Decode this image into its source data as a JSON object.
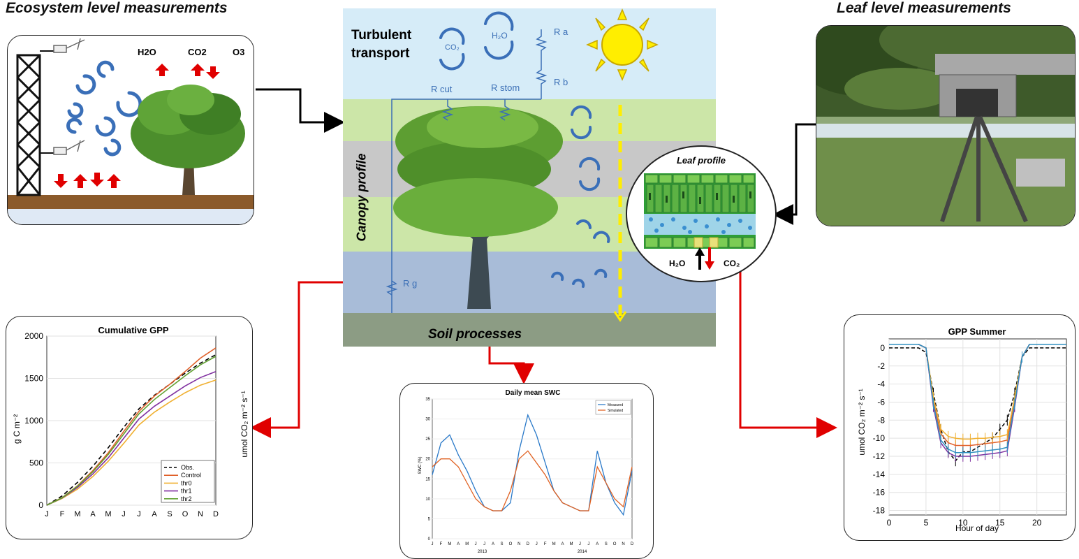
{
  "headings": {
    "ecosystem": "Ecosystem level measurements",
    "leaf": "Leaf level measurements"
  },
  "ecosystem_panel": {
    "gas_labels": [
      "H2O",
      "CO2",
      "O3"
    ]
  },
  "center": {
    "turbulent_transport": "Turbulent transport",
    "canopy_profile": "Canopy profile",
    "soil_processes": "Soil processes",
    "co2_label": "CO₂",
    "h2o_label": "H₂O",
    "resistances": {
      "ra": "R a",
      "rb": "R b",
      "rcut": "R cut",
      "rstom": "R stom",
      "rg": "R g"
    }
  },
  "leaf_profile": {
    "title": "Leaf profile",
    "h2o": "H₂O",
    "co2": "CO₂"
  },
  "colors": {
    "sky": "#d6ecf8",
    "canopy_light": "#cce6a8",
    "canopy_grey": "#c8c8c8",
    "soil_blue": "#a8bcd8",
    "soil": "#8c9c84",
    "arrow_red": "#e00000",
    "swirl_blue": "#3a6fb8",
    "sun": "#ffee00"
  },
  "chart_data": [
    {
      "type": "line",
      "title": "Cumulative GPP",
      "ylabel": "g C m⁻²",
      "categories": [
        "J",
        "F",
        "M",
        "A",
        "M",
        "J",
        "J",
        "A",
        "S",
        "O",
        "N",
        "D"
      ],
      "ylim": [
        0,
        2000
      ],
      "yticks": [
        0,
        500,
        1000,
        1500,
        2000
      ],
      "grid": true,
      "legend_position": "bottom-right",
      "series": [
        {
          "name": "Obs.",
          "color": "#000000",
          "dashed": true,
          "values": [
            0,
            110,
            270,
            460,
            680,
            920,
            1140,
            1300,
            1430,
            1560,
            1680,
            1780
          ]
        },
        {
          "name": "Control",
          "color": "#e0602a",
          "values": [
            0,
            90,
            230,
            410,
            620,
            870,
            1110,
            1290,
            1430,
            1580,
            1740,
            1860
          ]
        },
        {
          "name": "thr0",
          "color": "#f0b030",
          "values": [
            0,
            80,
            190,
            340,
            520,
            730,
            950,
            1100,
            1220,
            1330,
            1420,
            1480
          ]
        },
        {
          "name": "thr1",
          "color": "#8030a0",
          "values": [
            0,
            85,
            210,
            370,
            560,
            790,
            1020,
            1170,
            1290,
            1410,
            1510,
            1580
          ]
        },
        {
          "name": "thr2",
          "color": "#60a030",
          "values": [
            0,
            88,
            225,
            395,
            600,
            840,
            1080,
            1250,
            1390,
            1530,
            1660,
            1760
          ]
        }
      ]
    },
    {
      "type": "line",
      "title": "Daily mean SWC",
      "ylabel": "SWC (%)",
      "ylim": [
        0,
        35
      ],
      "yticks": [
        0,
        5,
        10,
        15,
        20,
        25,
        30,
        35
      ],
      "categories": [
        "J",
        "F",
        "M",
        "A",
        "M",
        "J",
        "J",
        "A",
        "S",
        "O",
        "N",
        "D",
        "J",
        "F",
        "M",
        "A",
        "M",
        "J",
        "J",
        "A",
        "S",
        "O",
        "N",
        "D"
      ],
      "years": [
        "2013",
        "2014"
      ],
      "legend_position": "top-right",
      "series": [
        {
          "name": "Measured",
          "color": "#2878c8",
          "values": [
            16,
            24,
            26,
            21,
            17,
            12,
            8,
            7,
            7,
            9,
            22,
            31,
            26,
            19,
            12,
            9,
            8,
            7,
            7,
            22,
            14,
            9,
            6,
            17
          ]
        },
        {
          "name": "Simulated",
          "color": "#e06020",
          "values": [
            18,
            20,
            20,
            18,
            14,
            10,
            8,
            7,
            7,
            12,
            20,
            22,
            19,
            16,
            12,
            9,
            8,
            7,
            7,
            18,
            14,
            10,
            8,
            18
          ]
        }
      ]
    },
    {
      "type": "line",
      "title": "GPP Summer",
      "xlabel": "Hour of day",
      "ylabel": "umol CO₂ m⁻² s⁻¹",
      "xlim": [
        0,
        24
      ],
      "xticks": [
        0,
        5,
        10,
        15,
        20
      ],
      "ylim": [
        -18.5,
        1
      ],
      "yticks": [
        0,
        -2,
        -4,
        -6,
        -8,
        -10,
        -12,
        -14,
        -16,
        -18
      ],
      "grid": true,
      "series": [
        {
          "name": "Obs.",
          "color": "#000000",
          "dashed": true,
          "x": [
            0,
            1,
            2,
            3,
            4,
            5,
            6,
            7,
            8,
            9,
            10,
            11,
            12,
            13,
            14,
            15,
            16,
            17,
            18,
            19,
            20,
            21,
            22,
            23,
            24
          ],
          "values": [
            0,
            0,
            0,
            0,
            0,
            -0.5,
            -5,
            -9,
            -11.5,
            -12.5,
            -11.5,
            -11.5,
            -11,
            -10.5,
            -10,
            -9,
            -8,
            -5,
            -1,
            0,
            0,
            0,
            0,
            0,
            0
          ]
        },
        {
          "name": "Control",
          "color": "#e0602a",
          "x": [
            0,
            1,
            2,
            3,
            4,
            5,
            6,
            7,
            8,
            9,
            10,
            11,
            12,
            13,
            14,
            15,
            16,
            17,
            18,
            19,
            20,
            21,
            22,
            23,
            24
          ],
          "values": [
            0.4,
            0.4,
            0.4,
            0.4,
            0.4,
            0,
            -6,
            -9.5,
            -10.5,
            -10.8,
            -10.8,
            -10.8,
            -10.7,
            -10.6,
            -10.5,
            -10.4,
            -10.2,
            -6,
            -1,
            0.4,
            0.4,
            0.4,
            0.4,
            0.4,
            0.4
          ]
        },
        {
          "name": "thr0",
          "color": "#f0b030",
          "x": [
            0,
            1,
            2,
            3,
            4,
            5,
            6,
            7,
            8,
            9,
            10,
            11,
            12,
            13,
            14,
            15,
            16,
            17,
            18,
            19,
            20,
            21,
            22,
            23,
            24
          ],
          "values": [
            0.4,
            0.4,
            0.4,
            0.4,
            0.4,
            0,
            -5.5,
            -9,
            -9.8,
            -10,
            -10.1,
            -10.1,
            -10,
            -10,
            -9.9,
            -9.8,
            -9.6,
            -5.5,
            -1,
            0.4,
            0.4,
            0.4,
            0.4,
            0.4,
            0.4
          ]
        },
        {
          "name": "thr1",
          "color": "#8030a0",
          "x": [
            0,
            1,
            2,
            3,
            4,
            5,
            6,
            7,
            8,
            9,
            10,
            11,
            12,
            13,
            14,
            15,
            16,
            17,
            18,
            19,
            20,
            21,
            22,
            23,
            24
          ],
          "values": [
            0.4,
            0.4,
            0.4,
            0.4,
            0.4,
            0,
            -6.5,
            -10.5,
            -11.6,
            -12,
            -12,
            -12,
            -11.9,
            -11.8,
            -11.7,
            -11.6,
            -11.4,
            -6.5,
            -1,
            0.4,
            0.4,
            0.4,
            0.4,
            0.4,
            0.4
          ]
        },
        {
          "name": "thr2",
          "color": "#3090c0",
          "x": [
            0,
            1,
            2,
            3,
            4,
            5,
            6,
            7,
            8,
            9,
            10,
            11,
            12,
            13,
            14,
            15,
            16,
            17,
            18,
            19,
            20,
            21,
            22,
            23,
            24
          ],
          "values": [
            0.4,
            0.4,
            0.4,
            0.4,
            0.4,
            0,
            -6.2,
            -10.2,
            -11.2,
            -11.6,
            -11.6,
            -11.6,
            -11.5,
            -11.4,
            -11.3,
            -11.2,
            -11,
            -6.2,
            -1,
            0.4,
            0.4,
            0.4,
            0.4,
            0.4,
            0.4
          ]
        }
      ]
    }
  ]
}
